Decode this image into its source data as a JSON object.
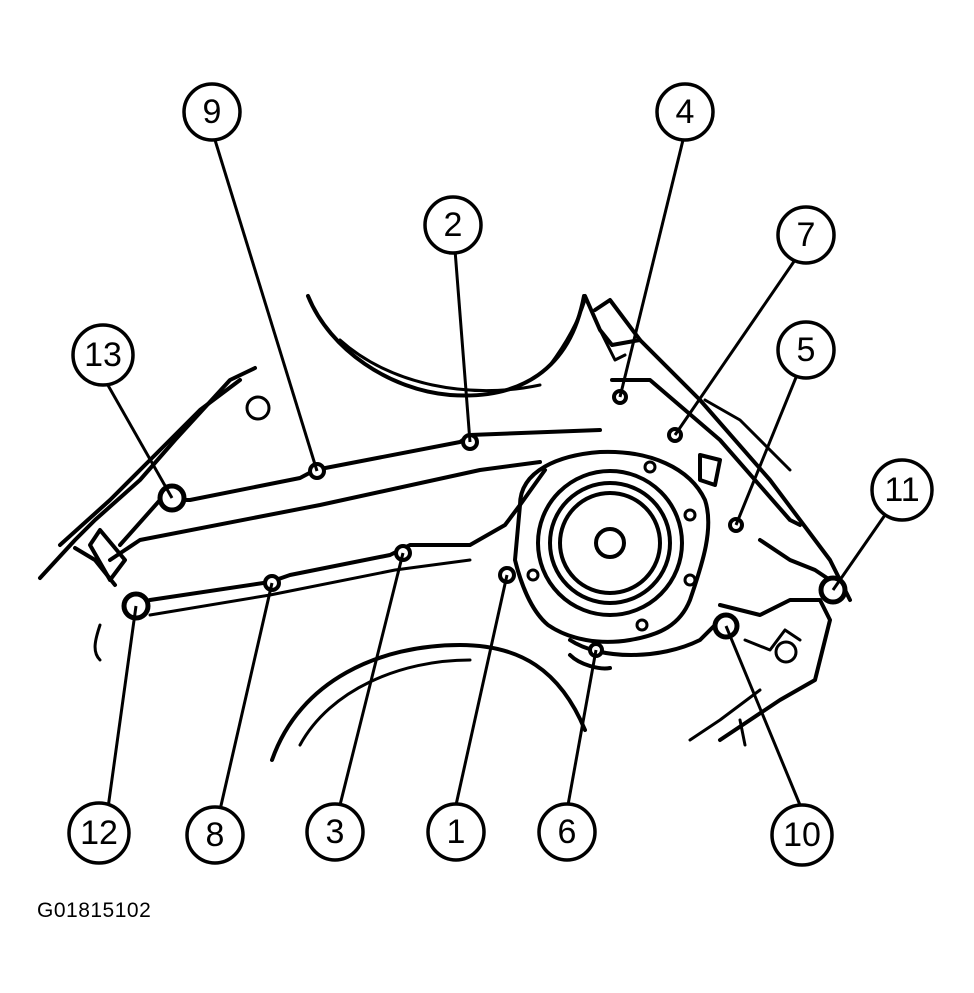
{
  "callouts": [
    {
      "id": "1",
      "label": "1"
    },
    {
      "id": "2",
      "label": "2"
    },
    {
      "id": "3",
      "label": "3"
    },
    {
      "id": "4",
      "label": "4"
    },
    {
      "id": "5",
      "label": "5"
    },
    {
      "id": "6",
      "label": "6"
    },
    {
      "id": "7",
      "label": "7"
    },
    {
      "id": "8",
      "label": "8"
    },
    {
      "id": "9",
      "label": "9"
    },
    {
      "id": "10",
      "label": "10"
    },
    {
      "id": "11",
      "label": "11"
    },
    {
      "id": "12",
      "label": "12"
    },
    {
      "id": "13",
      "label": "13"
    }
  ],
  "figure_code": "G01815102"
}
